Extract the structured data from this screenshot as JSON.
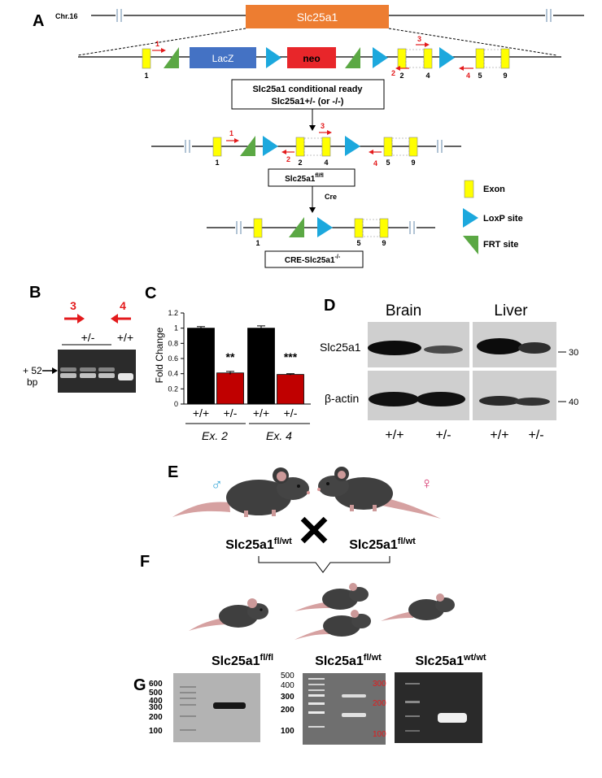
{
  "panels": {
    "A": "A",
    "B": "B",
    "C": "C",
    "D": "D",
    "E": "E",
    "F": "F",
    "G": "G"
  },
  "panel_a": {
    "chromosome": "Chr.16",
    "gene": "Slc25a1",
    "lacz": "LacZ",
    "neo": "neo",
    "box1_line1": "Slc25a1 conditional ready",
    "box1_line2": "Slc25a1+/- (or -/-)",
    "box2_main": "Slc25a1",
    "box2_sup": "fl/fl",
    "cre_label": "Cre",
    "box3_main": "CRE-Slc25a1",
    "box3_sup": "-/-",
    "exon_nums_top": [
      "1",
      "2",
      "4",
      "5",
      "9"
    ],
    "exon_nums_mid": [
      "1",
      "2",
      "4",
      "5",
      "9"
    ],
    "exon_nums_bot": [
      "1",
      "5",
      "9"
    ],
    "primers": [
      "1",
      "2",
      "3",
      "4"
    ],
    "legend": {
      "exon": "Exon",
      "loxp": "LoxP site",
      "frt": "FRT site"
    },
    "colors": {
      "gene_bar": "#ED7D31",
      "lacz": "#4472C4",
      "neo": "#E8262A",
      "exon": "#FFFF00",
      "loxp": "#1CA8DD",
      "frt": "#5BA844",
      "primer": "#E31A1C"
    }
  },
  "panel_b": {
    "primer_left": "3",
    "primer_right": "4",
    "het_label": "+/-",
    "wt_label": "+/+",
    "bp_line1": "+ 52",
    "bp_line2": "bp"
  },
  "panel_c": {
    "ylabel": "Fold Change",
    "significance": [
      "**",
      "***"
    ],
    "group_labels": [
      "Ex. 2",
      "Ex. 4"
    ],
    "chart_data": {
      "type": "bar",
      "categories": [
        "+/+",
        "+/-",
        "+/+",
        "+/-"
      ],
      "groups": [
        "Ex. 2",
        "Ex. 2",
        "Ex. 4",
        "Ex. 4"
      ],
      "values": [
        1.0,
        0.41,
        1.0,
        0.39
      ],
      "errors": [
        0.02,
        0.02,
        0.03,
        0.01
      ],
      "colors": [
        "#000000",
        "#C00000",
        "#000000",
        "#C00000"
      ],
      "ylabel": "Fold Change",
      "ylim": [
        0,
        1.2
      ],
      "yticks": [
        "0",
        "0.2",
        "0.4",
        "0.6",
        "0.8",
        "1",
        "1.2"
      ]
    }
  },
  "panel_d": {
    "tissue_1": "Brain",
    "tissue_2": "Liver",
    "protein_1": "Slc25a1",
    "protein_2": "β-actin",
    "marker_1": "30",
    "marker_2": "40",
    "lanes": [
      "+/+",
      "+/-",
      "+/+",
      "+/-"
    ]
  },
  "panel_e": {
    "male_symbol": "♂",
    "female_symbol": "♀",
    "cross_symbol": "✕",
    "parent_left_main": "Slc25a1",
    "parent_left_sup": "fl/wt",
    "parent_right_main": "Slc25a1",
    "parent_right_sup": "fl/wt"
  },
  "panel_f": {
    "off_1_main": "Slc25a1",
    "off_1_sup": "fl/fl",
    "off_2_main": "Slc25a1",
    "off_2_sup": "fl/wt",
    "off_3_main": "Slc25a1",
    "off_3_sup": "wt/wt"
  },
  "panel_g": {
    "gel1_ladder": [
      "600",
      "500",
      "400",
      "300",
      "200",
      "100"
    ],
    "gel2_ladder_left": [
      "500",
      "400",
      "300",
      "200",
      "100"
    ],
    "gel2_ladder_right": [
      "300",
      "200",
      "100"
    ]
  }
}
